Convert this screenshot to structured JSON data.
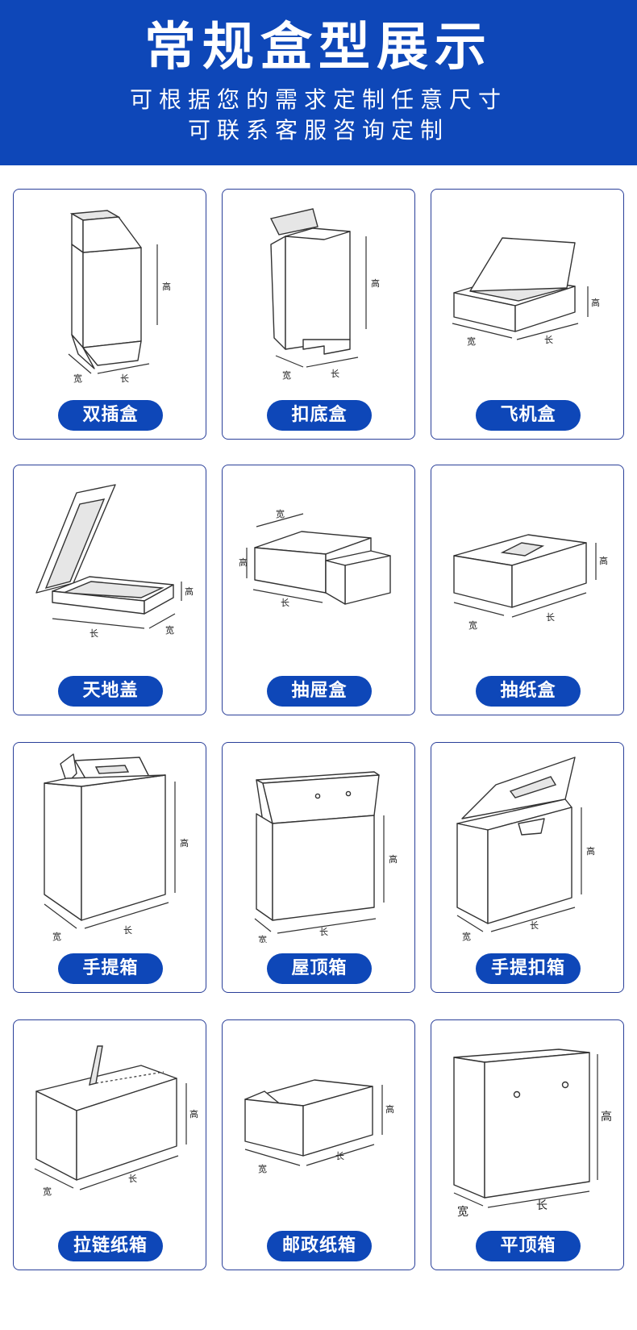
{
  "header": {
    "title": "常规盒型展示",
    "subtitle_line1": "可根据您的需求定制任意尺寸",
    "subtitle_line2": "可联系客服咨询定制"
  },
  "dimension_labels": {
    "length": "长",
    "width": "宽",
    "height": "高"
  },
  "boxes": [
    {
      "name": "双插盒"
    },
    {
      "name": "扣底盒"
    },
    {
      "name": "飞机盒"
    },
    {
      "name": "天地盖"
    },
    {
      "name": "抽屉盒"
    },
    {
      "name": "抽纸盒"
    },
    {
      "name": "手提箱"
    },
    {
      "name": "屋顶箱"
    },
    {
      "name": "手提扣箱"
    },
    {
      "name": "拉链纸箱"
    },
    {
      "name": "邮政纸箱"
    },
    {
      "name": "平顶箱"
    }
  ]
}
